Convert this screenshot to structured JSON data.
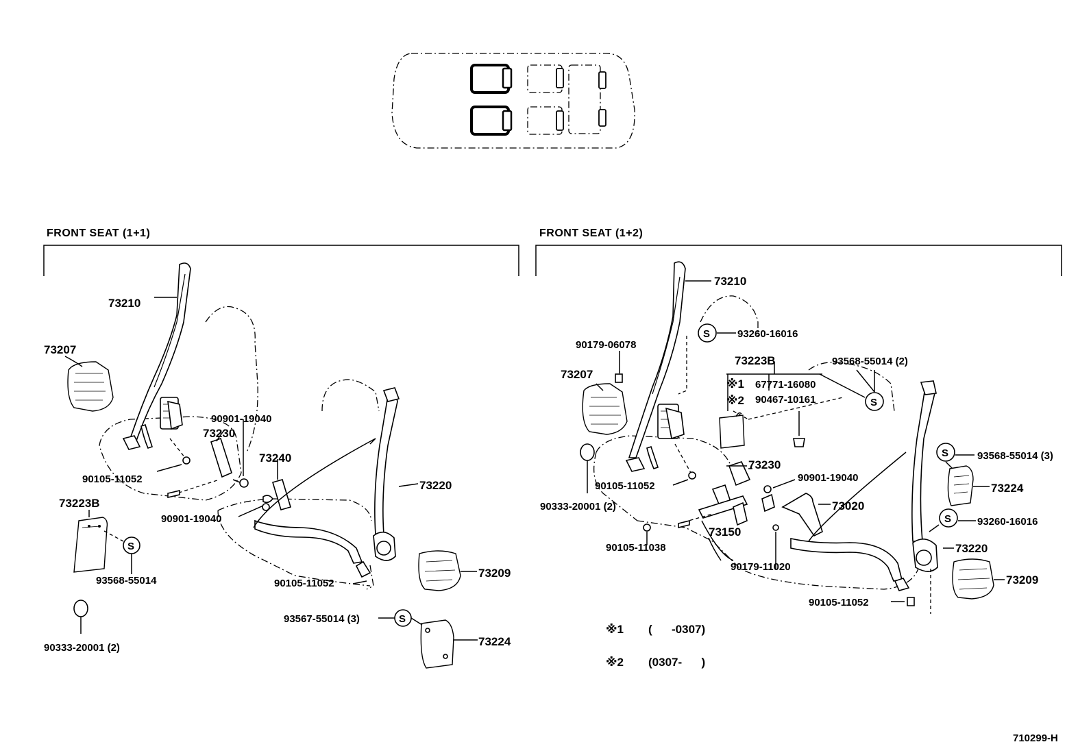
{
  "sections": {
    "left": {
      "title": "FRONT SEAT (1+1)"
    },
    "right": {
      "title": "FRONT SEAT (1+2)"
    }
  },
  "left_labels": {
    "p73210": "73210",
    "p73207": "73207",
    "p90901_top": "90901-19040",
    "p73230": "73230",
    "p73240": "73240",
    "p73220": "73220",
    "p90105_a": "90105-11052",
    "p90901_bottom": "90901-19040",
    "p73223B": "73223B",
    "p93568": "93568-55014",
    "p73209": "73209",
    "p90105_b": "90105-11052",
    "p93567": "93567-55014 (3)",
    "p73224": "73224",
    "p90333": "90333-20001 (2)"
  },
  "right_labels": {
    "p73210": "73210",
    "p93260_top": "93260-16016",
    "p90179_06078": "90179-06078",
    "p73223B": "73223B",
    "p93568_2": "93568-55014 (2)",
    "p73207": "73207",
    "n1_mark": "※1",
    "p67771": "67771-16080",
    "n2_mark": "※2",
    "p90467": "90467-10161",
    "p93568_3": "93568-55014 (3)",
    "p73230": "73230",
    "p90901": "90901-19040",
    "p73224": "73224",
    "p90105_a": "90105-11052",
    "p73020": "73020",
    "p90333": "90333-20001 (2)",
    "p93260_bottom": "93260-16016",
    "p73150": "73150",
    "p90105_11038": "90105-11038",
    "p73220": "73220",
    "p90179_11020": "90179-11020",
    "p73209": "73209",
    "p90105_b": "90105-11052"
  },
  "notes": {
    "n1_mark": "※1",
    "n1_text": "(      -0307)",
    "n2_mark": "※2",
    "n2_text": "(0307-      )"
  },
  "footer": {
    "code": "710299-H"
  },
  "icons": {
    "s_circle_letter": "S"
  },
  "colors": {
    "ink": "#000000",
    "background": "#ffffff"
  }
}
